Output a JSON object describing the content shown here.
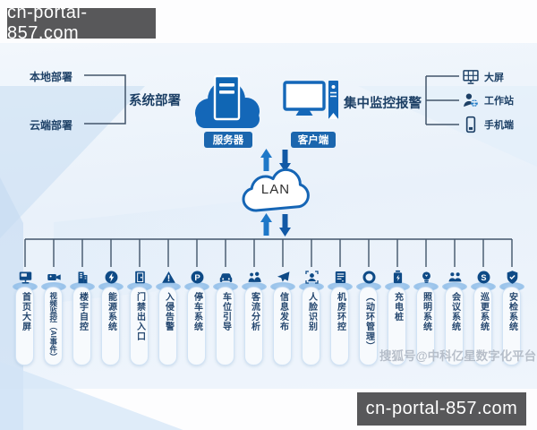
{
  "watermarks": {
    "top": "cn-portal-857.com",
    "bottom": "cn-portal-857.com",
    "source": "搜狐号@中科亿星数字化平台"
  },
  "deployment": {
    "options": [
      "本地部署",
      "云端部署"
    ],
    "label": "系统部署"
  },
  "server": {
    "badge": "服务器",
    "icon": "server-cloud-icon"
  },
  "client": {
    "badge": "客户端",
    "icon": "client-terminal-icon"
  },
  "network": {
    "label": "LAN",
    "icon": "lan-cloud-icon"
  },
  "monitoring": {
    "title": "集中监控报警",
    "items": [
      {
        "label": "大屏",
        "icon": "video-wall-icon"
      },
      {
        "label": "工作站",
        "icon": "workstation-icon"
      },
      {
        "label": "手机端",
        "icon": "mobile-icon"
      }
    ]
  },
  "systems": [
    {
      "label": "首页大屏",
      "icon": "dashboard-icon"
    },
    {
      "label": "视频监控（AI事件）",
      "icon": "camera-icon"
    },
    {
      "label": "楼宇自控",
      "icon": "building-icon"
    },
    {
      "label": "能源系统",
      "icon": "energy-icon"
    },
    {
      "label": "门禁出入口",
      "icon": "door-icon"
    },
    {
      "label": "入侵告警",
      "icon": "alarm-icon"
    },
    {
      "label": "停车系统",
      "icon": "parking-icon"
    },
    {
      "label": "车位引导",
      "icon": "car-icon"
    },
    {
      "label": "客流分析",
      "icon": "crowd-icon"
    },
    {
      "label": "信息发布",
      "icon": "broadcast-icon"
    },
    {
      "label": "人脸识别",
      "icon": "face-icon"
    },
    {
      "label": "机房环控",
      "icon": "server-room-icon"
    },
    {
      "label": "（动环管理）",
      "icon": "ring-icon"
    },
    {
      "label": "充电桩",
      "icon": "charging-icon"
    },
    {
      "label": "照明系统",
      "icon": "lighting-icon"
    },
    {
      "label": "会议系统",
      "icon": "meeting-icon"
    },
    {
      "label": "巡更系统",
      "icon": "patrol-icon"
    },
    {
      "label": "安检系统",
      "icon": "security-icon"
    }
  ],
  "colors": {
    "primary": "#1467b8",
    "glyph": "#0e4a86",
    "navy_text": "#1d4066",
    "line": "#42556a",
    "badge": "#1b66ae",
    "watermark_bg": "#58585a"
  }
}
